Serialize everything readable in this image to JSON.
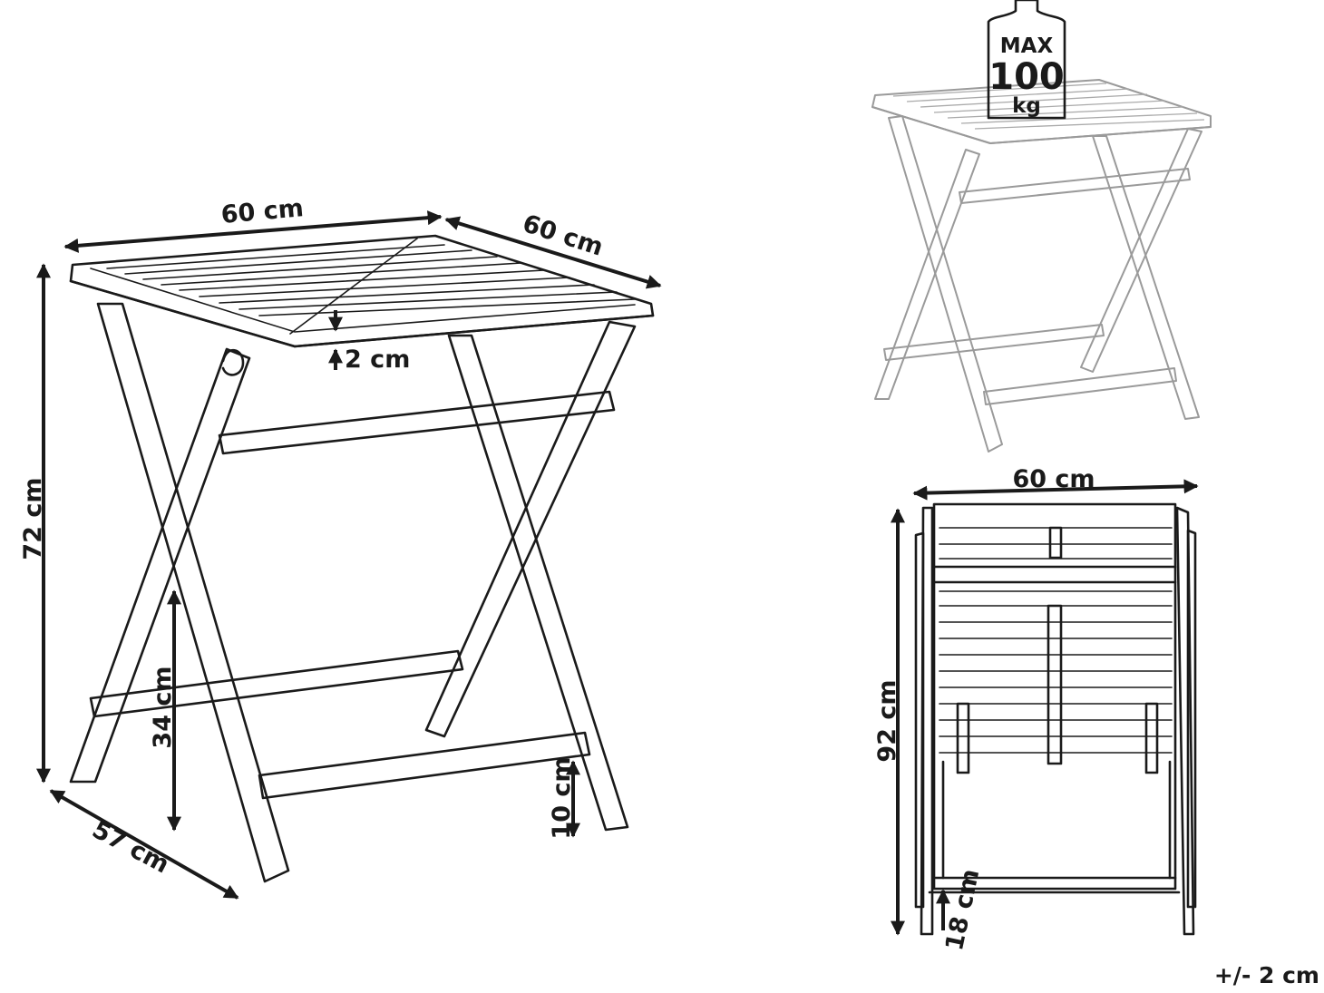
{
  "dimensions": {
    "top_width": "60 cm",
    "top_depth": "60 cm",
    "height": "72 cm",
    "depth": "57 cm",
    "top_thickness": "2 cm",
    "shelf_height": "34 cm",
    "foot_height": "10 cm",
    "folded_width": "60 cm",
    "folded_height": "92 cm",
    "folded_depth": "18 cm"
  },
  "load": {
    "max": "MAX",
    "value": "100",
    "unit": "kg"
  },
  "tolerance": "+/- 2 cm",
  "colors": {
    "line": "#1a1a1a",
    "ghost_line": "#9a9a9a",
    "background": "#ffffff"
  }
}
